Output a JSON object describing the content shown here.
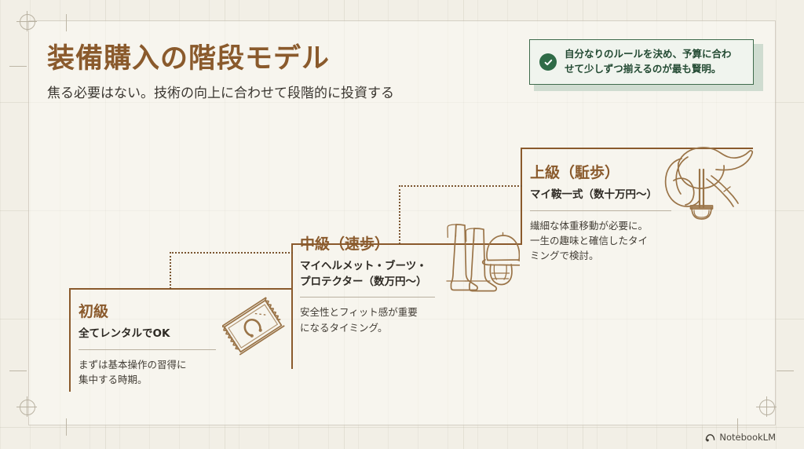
{
  "slide": {
    "title": "装備購入の階段モデル",
    "subtitle": "焦る必要はない。技術の向上に合わせて段階的に投資する",
    "background_color": "#f2efe6",
    "accent_color": "#8a5a2c"
  },
  "callout": {
    "icon": "check-circle-icon",
    "line1": "自分なりのルールを決め、予算に合わ",
    "line2": "せて少しずつ揃えるのが最も賢明。",
    "accent_color": "#2f6b47",
    "background_color": "#f0f4ee"
  },
  "steps": [
    {
      "level": "初級",
      "headline": "全てレンタルでOK",
      "description_line1": "まずは基本操作の習得に",
      "description_line2": "集中する時期。",
      "icon": "ticket-horseshoe-icon"
    },
    {
      "level": "中級（速歩）",
      "headline_line1": "マイヘルメット・ブーツ・",
      "headline_line2": "プロテクター（数万円〜）",
      "description_line1": "安全性とフィット感が重要",
      "description_line2": "になるタイミング。",
      "icon": "riding-boots-helmet-icon"
    },
    {
      "level": "上級（駈歩）",
      "headline": "マイ鞍一式（数十万円〜）",
      "description_line1": "繊細な体重移動が必要に。",
      "description_line2": "一生の趣味と確信したタイ",
      "description_line3": "ミングで検討。",
      "icon": "saddle-stirrup-icon"
    }
  ],
  "footer": {
    "brand": "NotebookLM",
    "icon": "notebooklm-logo-icon"
  }
}
